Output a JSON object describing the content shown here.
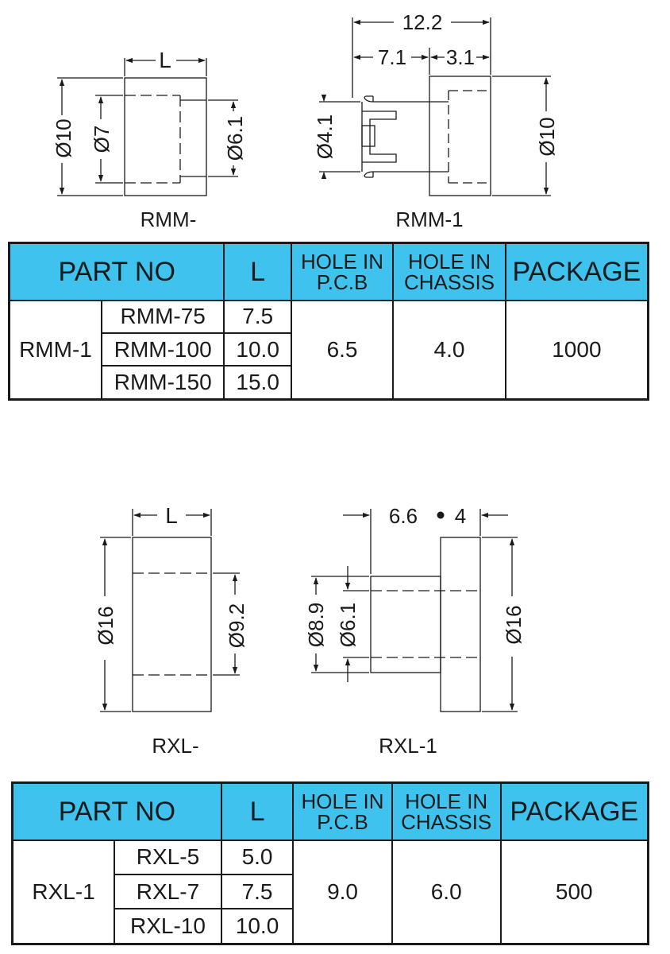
{
  "drawings": {
    "rmm_left": {
      "caption": "RMM-",
      "dim_length": "L",
      "dim_outer": "Ø10",
      "dim_inner": "Ø7",
      "dim_right": "Ø6.1"
    },
    "rmm_right": {
      "caption": "RMM-1",
      "dim_total": "12.2",
      "dim_a": "7.1",
      "dim_b": "3.1",
      "dim_pin": "Ø4.1",
      "dim_outer": "Ø10"
    },
    "rxl_left": {
      "caption": "RXL-",
      "dim_length": "L",
      "dim_outer": "Ø16",
      "dim_inner": "Ø9.2"
    },
    "rxl_right": {
      "caption": "RXL-1",
      "dim_a": "6.6",
      "dim_b": "4",
      "dim_d1": "Ø8.9",
      "dim_d2": "Ø6.1",
      "dim_outer": "Ø16"
    }
  },
  "tables": {
    "rmm": {
      "headers": {
        "part_no": "PART NO",
        "l": "L",
        "hole_pcb_1": "HOLE IN",
        "hole_pcb_2": "P.C.B",
        "hole_chassis_1": "HOLE IN",
        "hole_chassis_2": "CHASSIS",
        "package": "PACKAGE"
      },
      "series": "RMM-1",
      "rows": [
        {
          "part": "RMM-75",
          "l": "7.5"
        },
        {
          "part": "RMM-100",
          "l": "10.0"
        },
        {
          "part": "RMM-150",
          "l": "15.0"
        }
      ],
      "hole_pcb": "6.5",
      "hole_chassis": "4.0",
      "package": "1000"
    },
    "rxl": {
      "headers": {
        "part_no": "PART NO",
        "l": "L",
        "hole_pcb_1": "HOLE IN",
        "hole_pcb_2": "P.C.B",
        "hole_chassis_1": "HOLE IN",
        "hole_chassis_2": "CHASSIS",
        "package": "PACKAGE"
      },
      "series": "RXL-1",
      "rows": [
        {
          "part": "RXL-5",
          "l": "5.0"
        },
        {
          "part": "RXL-7",
          "l": "7.5"
        },
        {
          "part": "RXL-10",
          "l": "10.0"
        }
      ],
      "hole_pcb": "9.0",
      "hole_chassis": "6.0",
      "package": "500"
    }
  },
  "colors": {
    "header_bg": "#3fc3ee",
    "line": "#1a1a1a"
  }
}
